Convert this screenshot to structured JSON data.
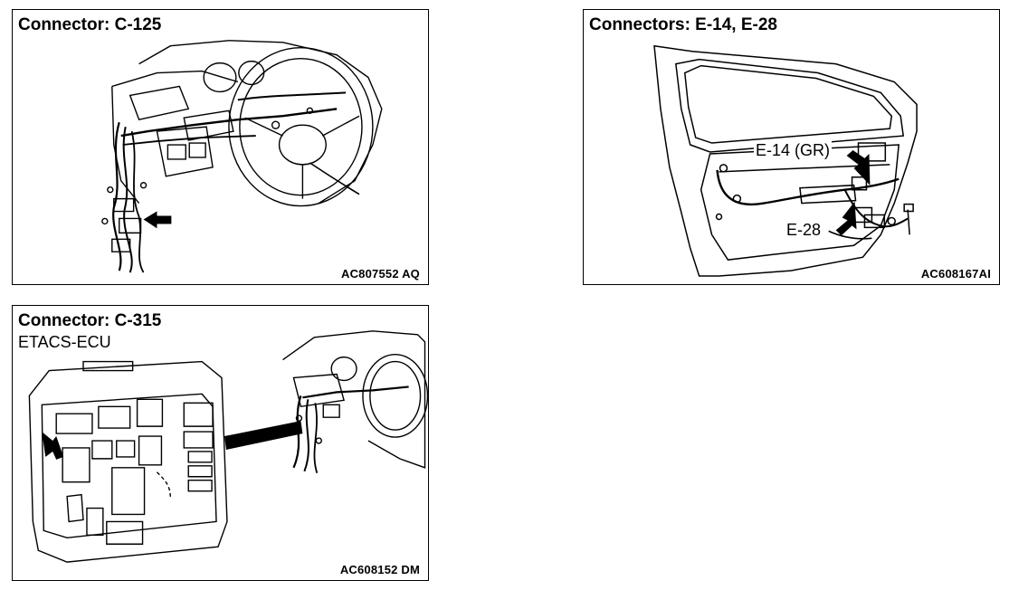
{
  "panels": [
    {
      "title": "Connector: C-125",
      "subtitle": "",
      "code": "AC807552 AQ"
    },
    {
      "title": "Connectors: E-14, E-28",
      "subtitle": "",
      "code": "AC608167AI",
      "callouts": [
        "E-14 (GR)",
        "E-28"
      ]
    },
    {
      "title": "Connector: C-315",
      "subtitle": "ETACS-ECU",
      "code": "AC608152 DM"
    }
  ]
}
